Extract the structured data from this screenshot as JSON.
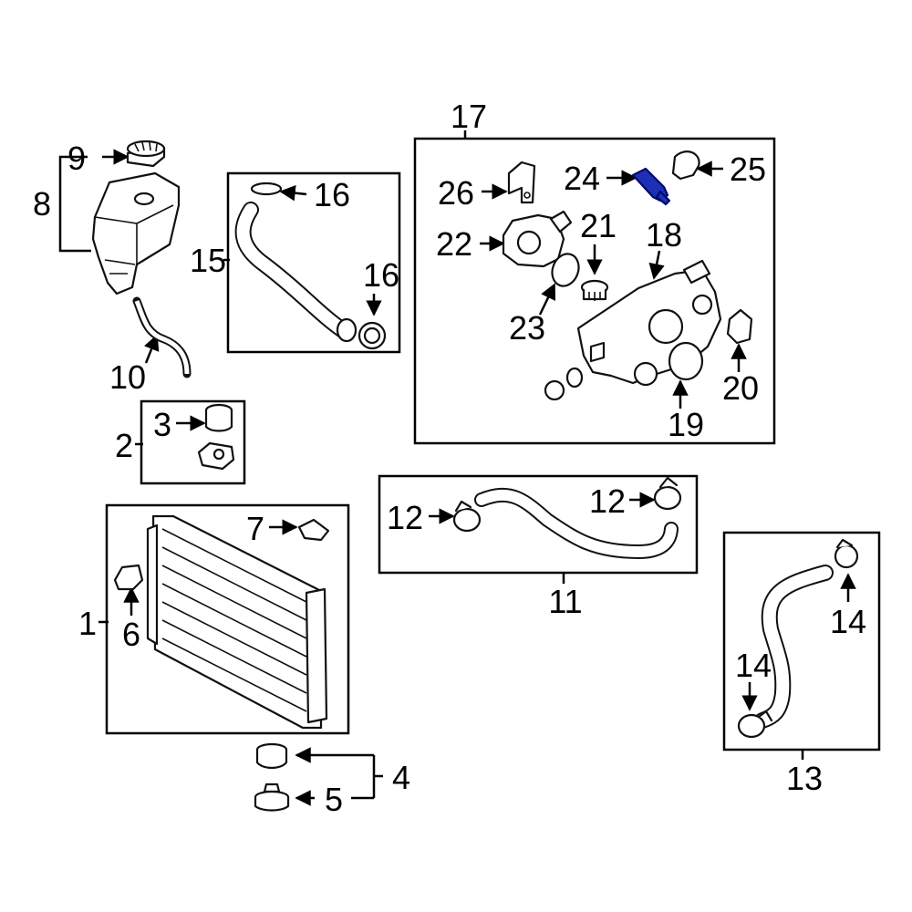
{
  "diagram": {
    "highlight_color": "#1f2fb5",
    "callouts": {
      "c1": "1",
      "c2": "2",
      "c3": "3",
      "c4": "4",
      "c5": "5",
      "c6": "6",
      "c7": "7",
      "c8": "8",
      "c9": "9",
      "c10": "10",
      "c11": "11",
      "c12a": "12",
      "c12b": "12",
      "c13": "13",
      "c14a": "14",
      "c14b": "14",
      "c15": "15",
      "c16a": "16",
      "c16b": "16",
      "c17": "17",
      "c18": "18",
      "c19": "19",
      "c20": "20",
      "c21": "21",
      "c22": "22",
      "c23": "23",
      "c24": "24",
      "c25": "25",
      "c26": "26"
    },
    "highlighted_part": "24"
  }
}
